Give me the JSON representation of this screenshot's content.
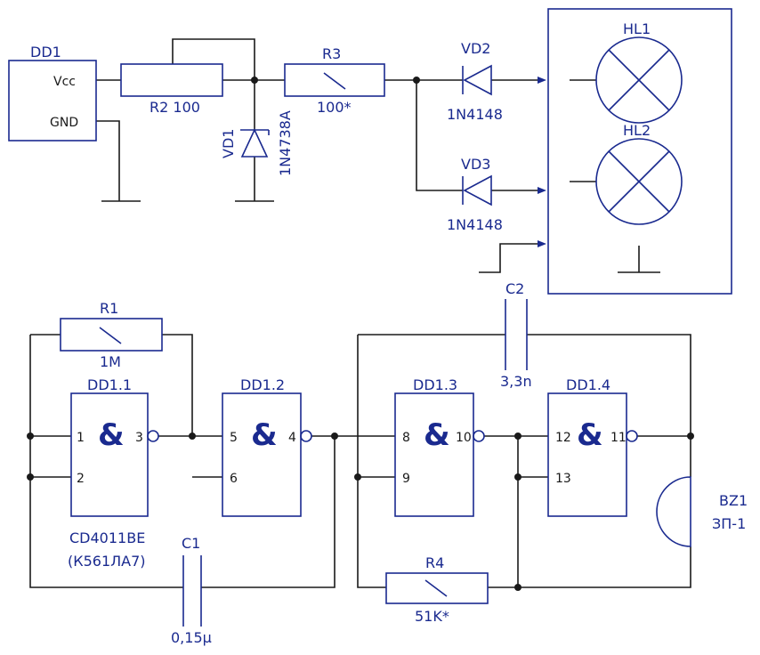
{
  "labels": {
    "dd1": "DD1",
    "vcc": "Vcc",
    "gnd": "GND",
    "r2": "R2 100",
    "r3": "R3",
    "r3v": "100*",
    "vd1": "VD1",
    "vd1v": "1N4738A",
    "vd2": "VD2",
    "vd2v": "1N4148",
    "vd3": "VD3",
    "vd3v": "1N4148",
    "hl1": "HL1",
    "hl2": "HL2",
    "r1": "R1",
    "r1v": "1M",
    "c2": "C2",
    "c2v": "3,3n",
    "dd11": "DD1.1",
    "dd12": "DD1.2",
    "dd13": "DD1.3",
    "dd14": "DD1.4",
    "amp": "&",
    "p1": "1",
    "p2": "2",
    "p3": "3",
    "p4": "4",
    "p5": "5",
    "p6": "6",
    "p8": "8",
    "p9": "9",
    "p10": "10",
    "p11": "11",
    "p12": "12",
    "p13": "13",
    "chip1": "CD4011BE",
    "chip2": "(К561ЛА7)",
    "c1": "C1",
    "c1v": "0,15µ",
    "r4": "R4",
    "r4v": "51K*",
    "bz1": "BZ1",
    "bz1v": "ЗП-1"
  }
}
